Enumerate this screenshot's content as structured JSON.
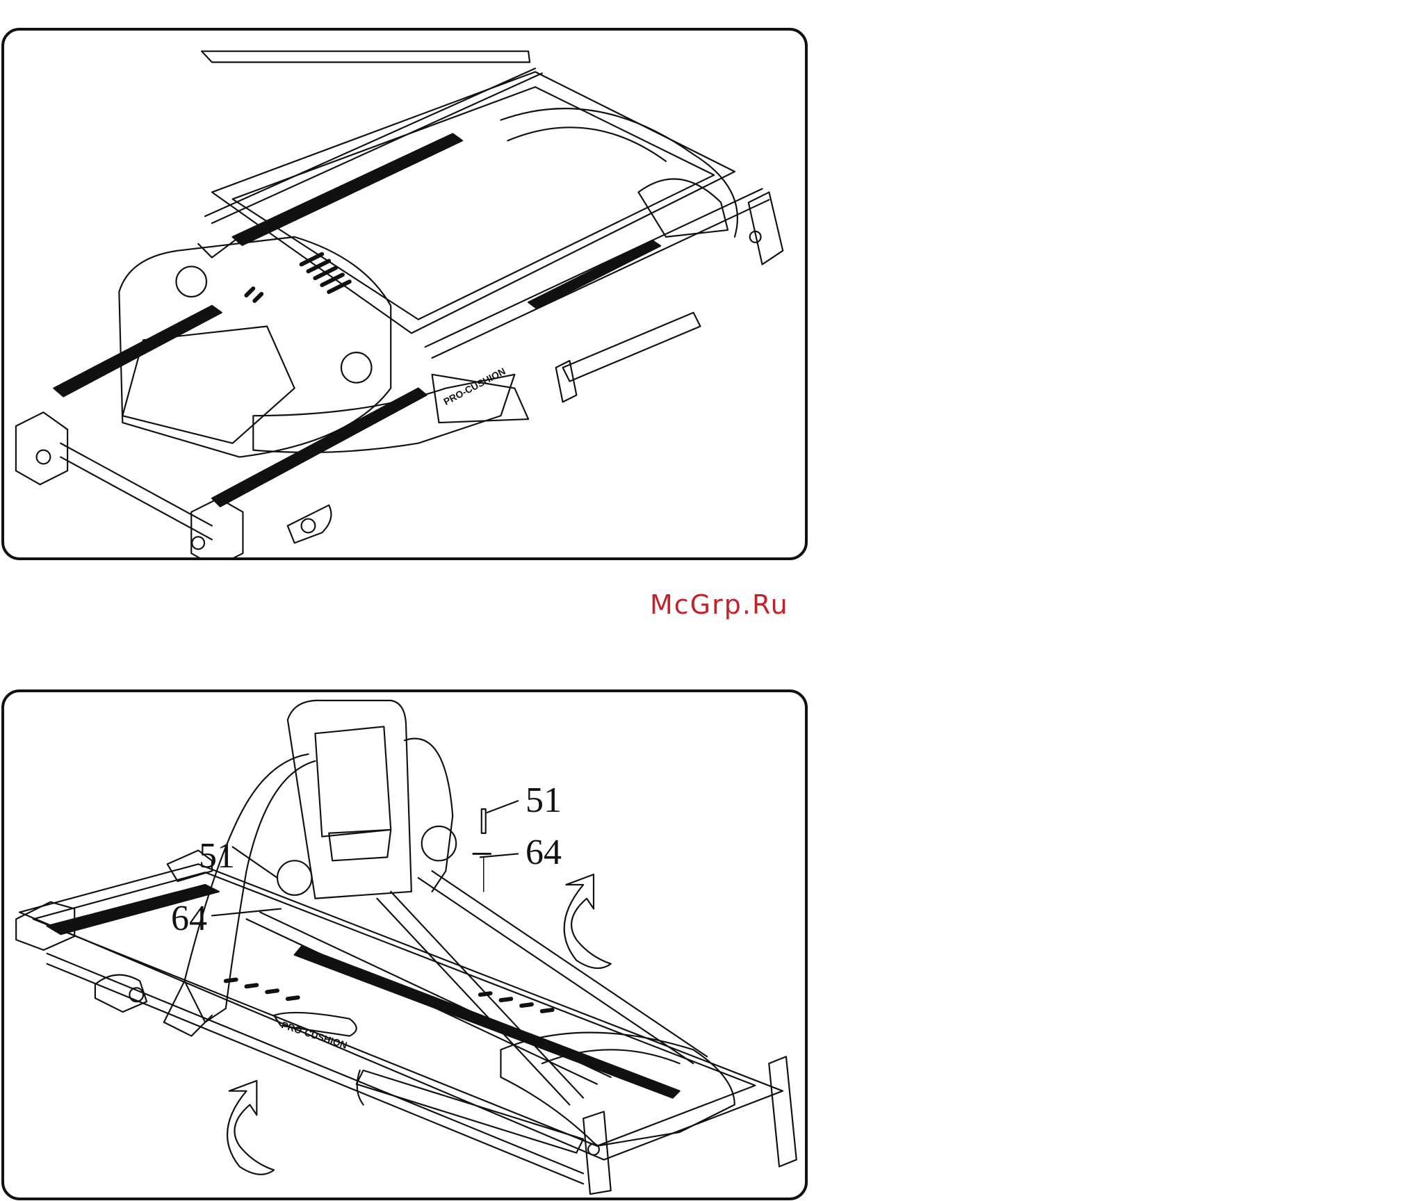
{
  "watermark": "McGrp.Ru",
  "figure_top": {
    "brand_label": "PRO-CUSHION"
  },
  "figure_bottom": {
    "callouts": {
      "left_bolt": "51",
      "left_washer": "64",
      "right_bolt": "51",
      "right_washer": "64"
    },
    "brand_label": "PRO-CUSHION"
  }
}
